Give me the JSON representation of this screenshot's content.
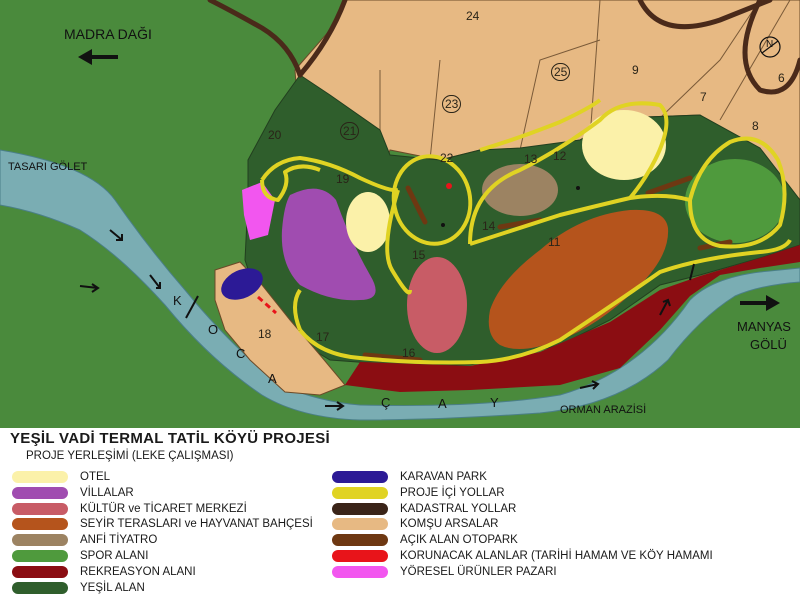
{
  "map": {
    "places": {
      "madra": "MADRA DAĞI",
      "tasari": "TASARI GÖLET",
      "manyas1": "MANYAS",
      "manyas2": "GÖLÜ",
      "orman": "ORMAN ARAZİSİ"
    },
    "river_letters": [
      "K",
      "O",
      "C",
      "A",
      "Ç",
      "A",
      "Y"
    ],
    "parcels": [
      "24",
      "25",
      "23",
      "21",
      "9",
      "7",
      "6",
      "8",
      "20",
      "19",
      "22",
      "13",
      "12",
      "14",
      "15",
      "11",
      "18",
      "17",
      "16"
    ],
    "compass": "N"
  },
  "legend": {
    "title": "YEŞİL VADİ TERMAL TATİL KÖYÜ PROJESİ",
    "subtitle": "PROJE YERLEŞİMİ (LEKE ÇALIŞMASI)",
    "items": [
      {
        "label": "OTEL",
        "color": "#fbf1a9"
      },
      {
        "label": "VİLLALAR",
        "color": "#a04cb0"
      },
      {
        "label": "KÜLTÜR ve TİCARET MERKEZİ",
        "color": "#c85c66"
      },
      {
        "label": "SEYİR TERASLARI ve HAYVANAT BAHÇESİ",
        "color": "#b5541c"
      },
      {
        "label": "ANFİ TİYATRO",
        "color": "#9c8362"
      },
      {
        "label": "SPOR ALANI",
        "color": "#4f9a3d"
      },
      {
        "label": "REKREASYON ALANI",
        "color": "#8b0d12"
      },
      {
        "label": "YEŞİL ALAN",
        "color": "#2f5e2c"
      },
      {
        "label": "KARAVAN PARK",
        "color": "#2c1a96"
      },
      {
        "label": "PROJE İÇİ YOLLAR",
        "color": "#e0d323"
      },
      {
        "label": "KADASTRAL YOLLAR",
        "color": "#3a2418"
      },
      {
        "label": "KOMŞU ARSALAR",
        "color": "#e7b983"
      },
      {
        "label": "AÇIK ALAN OTOPARK",
        "color": "#6e3812"
      },
      {
        "label": "KORUNACAK ALANLAR (TARİHİ HAMAM  VE KÖY HAMAMI",
        "color": "#e8141a"
      },
      {
        "label": "YÖRESEL ÜRÜNLER PAZARI",
        "color": "#f256ef"
      }
    ]
  }
}
